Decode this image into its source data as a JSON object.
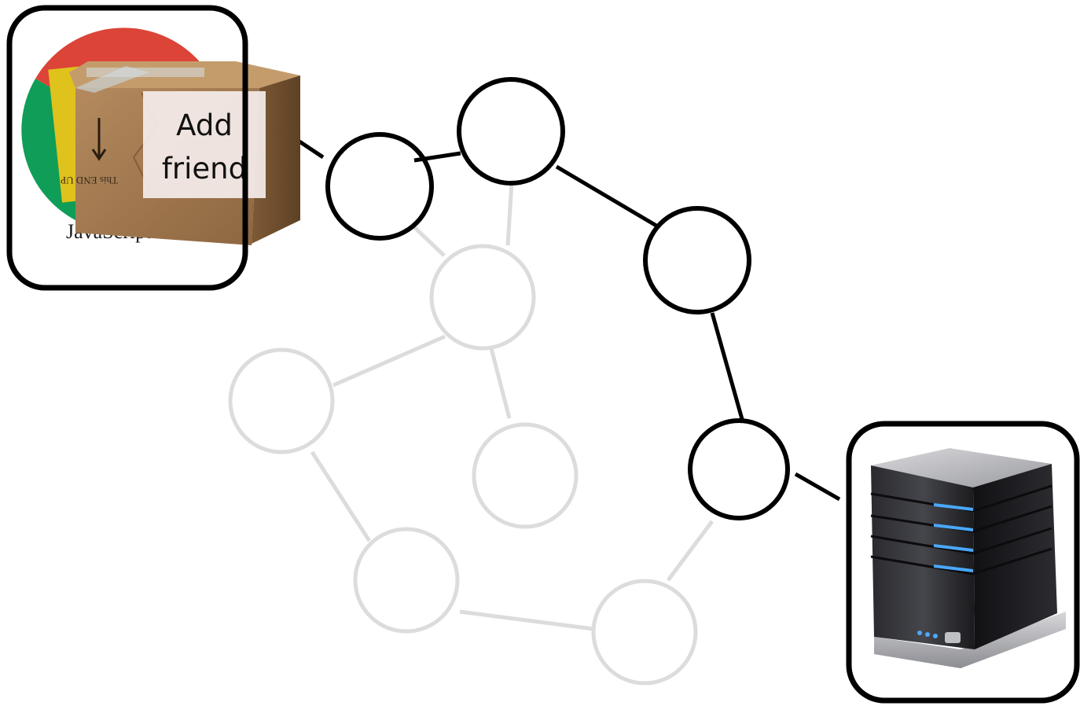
{
  "browser_panel": {
    "logo_text": "JavaScript",
    "icon": "browser-logo-icon"
  },
  "package": {
    "icon": "cardboard-box-icon",
    "box_writing": "This END UP",
    "note_line1": "Add",
    "note_line2": "friend"
  },
  "server_panel": {
    "icon": "server-tower-icon"
  },
  "colors": {
    "active_stroke": "#000000",
    "inactive_stroke": "#dcdcdc",
    "server_led": "#4aa8ff",
    "box_brown": "#a57c52"
  }
}
